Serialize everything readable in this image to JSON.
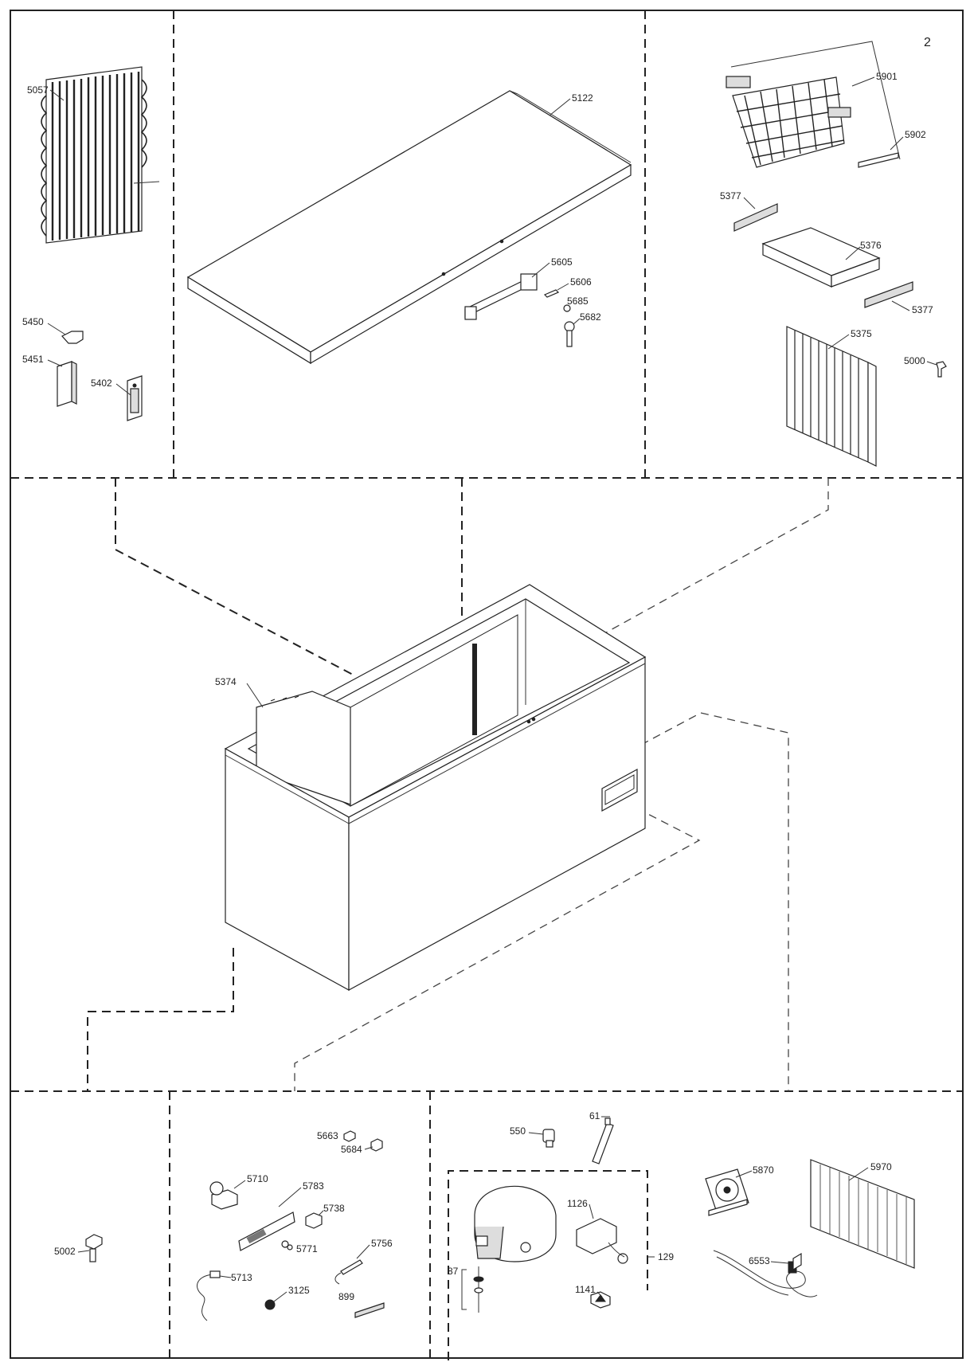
{
  "page_number": "2",
  "labels": {
    "l5057": "5057",
    "l5450": "5450",
    "l5451": "5451",
    "l5402": "5402",
    "l5122": "5122",
    "l5605": "5605",
    "l5606": "5606",
    "l5685": "5685",
    "l5682": "5682",
    "l5901": "5901",
    "l5902": "5902",
    "l5377a": "5377",
    "l5376": "5376",
    "l5377b": "5377",
    "l5375": "5375",
    "l5000": "5000",
    "l5374": "5374",
    "l5002": "5002",
    "l5663": "5663",
    "l5684": "5684",
    "l5710": "5710",
    "l5783": "5783",
    "l5738": "5738",
    "l5771": "5771",
    "l5756": "5756",
    "l5713": "5713",
    "l3125": "3125",
    "l899": "899",
    "l550": "550",
    "l61": "61",
    "l1126": "1126",
    "l129": "129",
    "l87": "87",
    "l1141": "1141",
    "l5870": "5870",
    "l5970": "5970",
    "l6553": "6553"
  },
  "icons": [
    "condenser-icon",
    "bracket-icon",
    "cover-icon",
    "thermostat-icon",
    "lid-icon",
    "lock-bar-icon",
    "key-icon",
    "basket-icon",
    "divider-icon",
    "panel-icon",
    "chest-freezer-icon",
    "compressor-icon",
    "fan-icon",
    "power-cord-icon"
  ]
}
